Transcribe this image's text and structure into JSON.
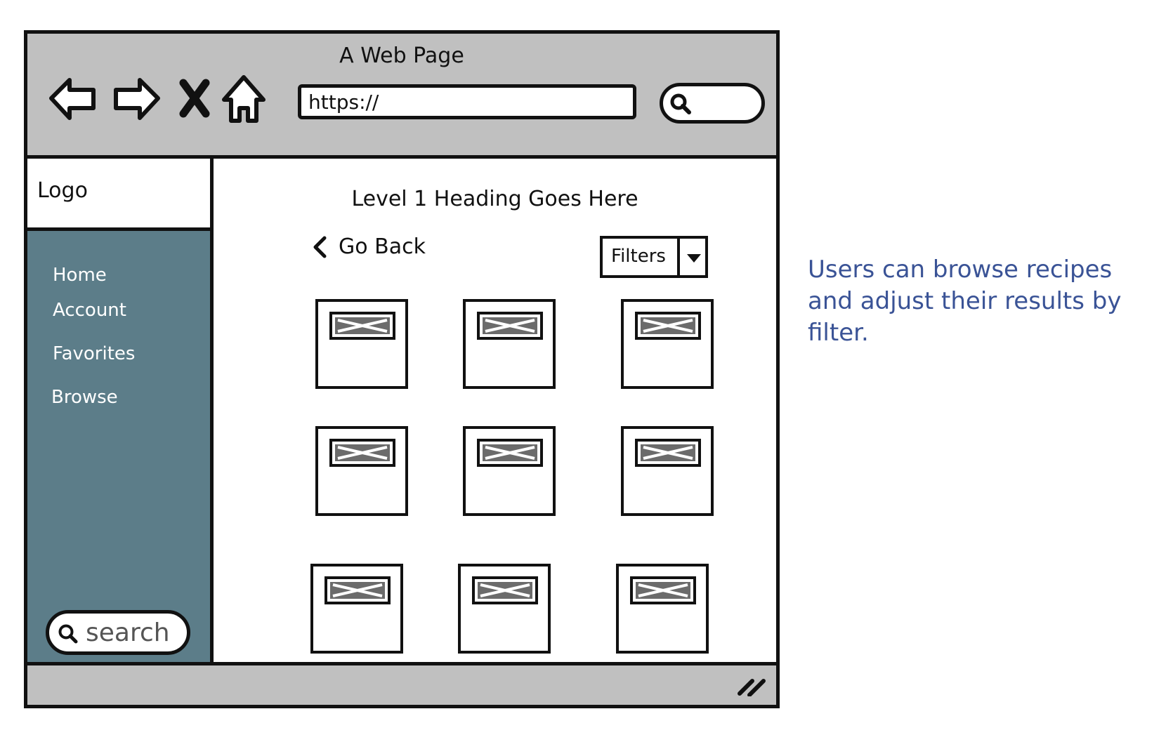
{
  "window": {
    "title": "A Web Page",
    "url": "https://"
  },
  "icons": {
    "back": "back-arrow-icon",
    "forward": "forward-arrow-icon",
    "stop": "close-icon",
    "home": "home-icon",
    "search": "search-icon",
    "dropdown": "chevron-down-icon",
    "go_back": "chevron-left-icon",
    "image_placeholder": "image-placeholder-icon",
    "resize": "resize-grip-icon"
  },
  "sidebar": {
    "logo": "Logo",
    "items": [
      {
        "label": "Home"
      },
      {
        "label": "Account"
      },
      {
        "label": "Favorites"
      },
      {
        "label": "Browse"
      }
    ],
    "search_placeholder": "search"
  },
  "main": {
    "heading": "Level 1 Heading Goes Here",
    "go_back_label": "Go Back",
    "filters_label": "Filters"
  },
  "annotation": {
    "text": "Users can browse recipes and adjust their results by filter."
  },
  "colors": {
    "chrome": "#c0c0c0",
    "sidebar": "#5c7d89",
    "annotation": "#3a5396",
    "border": "#111111"
  }
}
